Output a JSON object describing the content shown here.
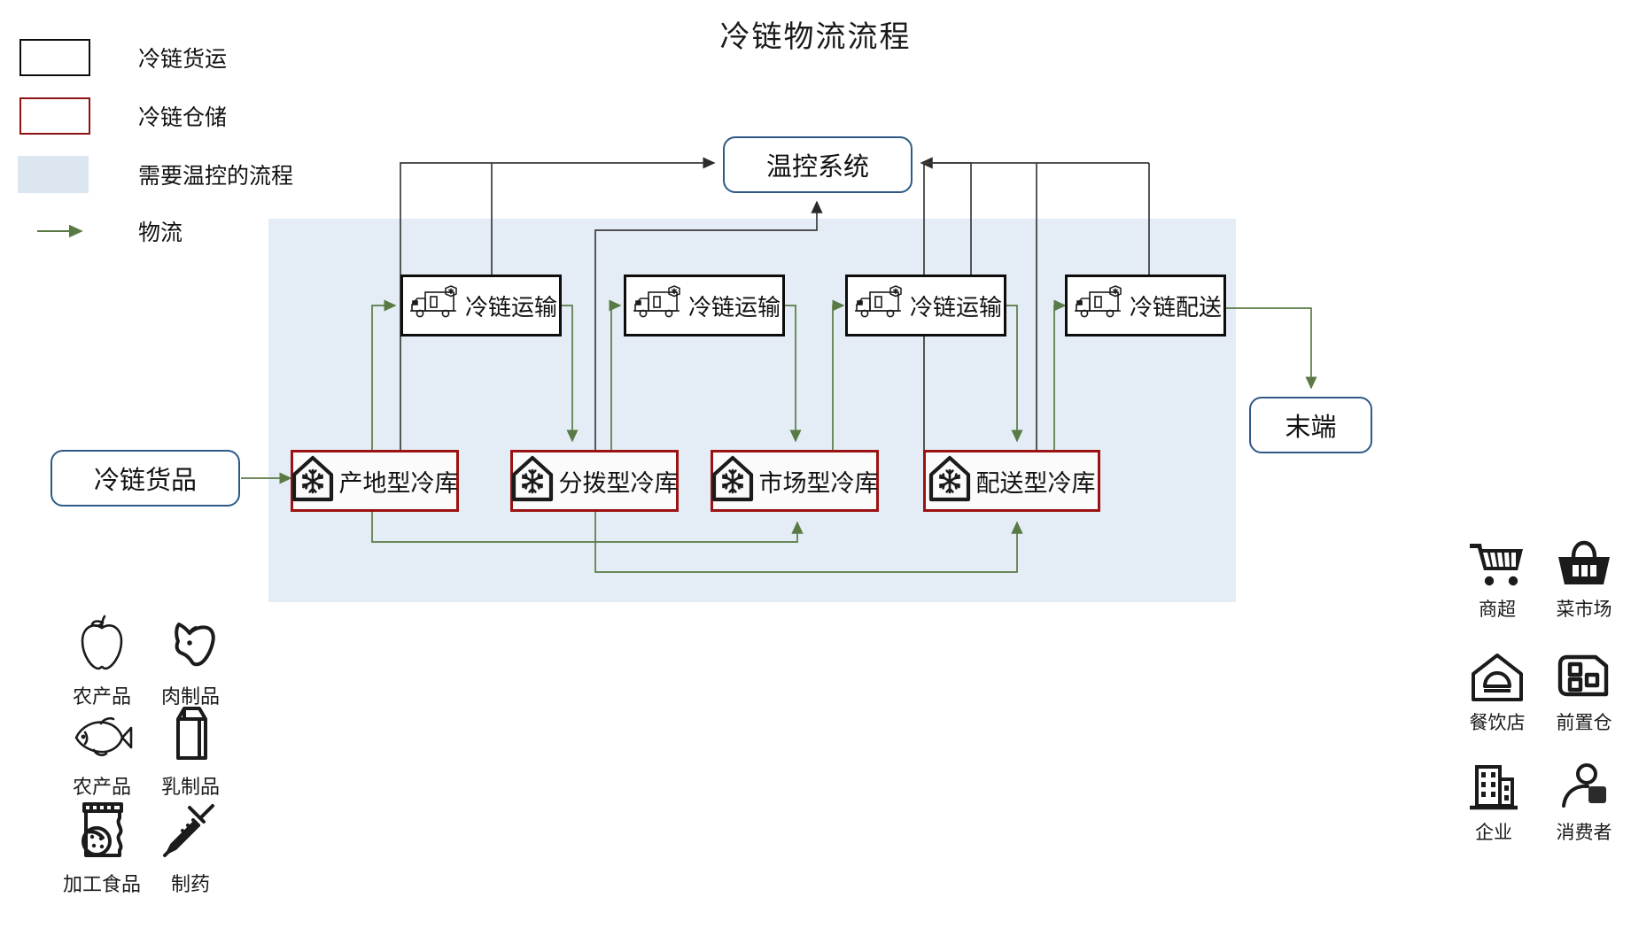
{
  "title": "冷链物流流程",
  "legend": {
    "items": [
      {
        "type": "black-box",
        "label": "冷链货运"
      },
      {
        "type": "red-box",
        "label": "冷链仓储"
      },
      {
        "type": "blue-fill",
        "label": "需要温控的流程"
      },
      {
        "type": "arrow",
        "label": "物流"
      }
    ]
  },
  "nodes": {
    "temperature_system": "温控系统",
    "source_goods": "冷链货品",
    "terminal": "末端"
  },
  "transport": [
    {
      "label": "冷链运输",
      "icon": "refrigerated-truck-icon"
    },
    {
      "label": "冷链运输",
      "icon": "refrigerated-truck-icon"
    },
    {
      "label": "冷链运输",
      "icon": "refrigerated-truck-icon"
    },
    {
      "label": "冷链配送",
      "icon": "refrigerated-truck-icon"
    }
  ],
  "warehouses": [
    {
      "label": "产地型冷库",
      "icon": "cold-warehouse-icon"
    },
    {
      "label": "分拨型冷库",
      "icon": "cold-warehouse-icon"
    },
    {
      "label": "市场型冷库",
      "icon": "cold-warehouse-icon"
    },
    {
      "label": "配送型冷库",
      "icon": "cold-warehouse-icon"
    }
  ],
  "goods": [
    {
      "label": "农产品",
      "icon": "apple-icon"
    },
    {
      "label": "肉制品",
      "icon": "pig-icon"
    },
    {
      "label": "农产品",
      "icon": "fish-icon"
    },
    {
      "label": "乳制品",
      "icon": "milk-carton-icon"
    },
    {
      "label": "加工食品",
      "icon": "snack-bag-icon"
    },
    {
      "label": "制药",
      "icon": "syringe-icon"
    }
  ],
  "terminals": [
    {
      "label": "商超",
      "icon": "shopping-cart-icon"
    },
    {
      "label": "菜市场",
      "icon": "basket-icon"
    },
    {
      "label": "餐饮店",
      "icon": "restaurant-icon"
    },
    {
      "label": "前置仓",
      "icon": "front-warehouse-icon"
    },
    {
      "label": "企业",
      "icon": "building-icon"
    },
    {
      "label": "消费者",
      "icon": "consumer-icon"
    }
  ],
  "colors": {
    "flow_arrow": "#5a7a45",
    "control_line": "#3b3b3b",
    "cold_zone": "#e4edf6",
    "warehouse_border": "#9c1212",
    "rounded_border": "#2e5a85"
  }
}
